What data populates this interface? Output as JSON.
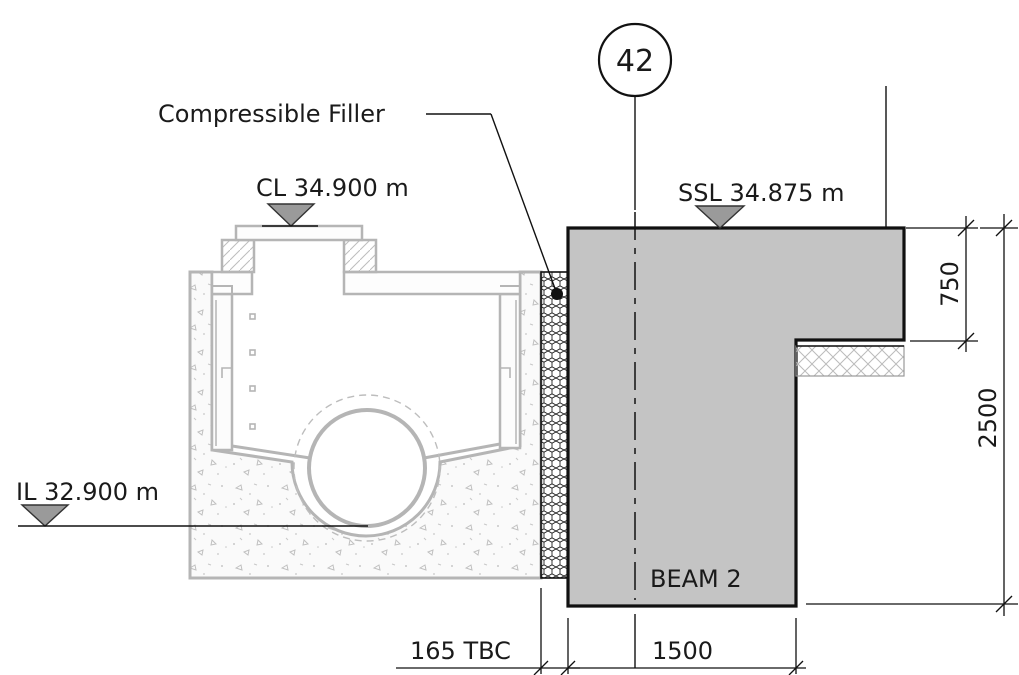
{
  "labels": {
    "grid_ref": "42",
    "compressible_filler": "Compressible Filler",
    "cover_level": "CL 34.900 m",
    "invert_level": "IL 32.900 m",
    "slab_level": "SSL 34.875 m",
    "beam_name": "BEAM 2"
  },
  "dimensions": {
    "slab_depth": "750",
    "beam_depth": "2500",
    "filler_width": "165 TBC",
    "beam_width": "1500"
  },
  "colors": {
    "beam_fill": "#c4c4c4",
    "chamber_line": "#b5b5b5",
    "level_marker": "#9a9a9a"
  }
}
